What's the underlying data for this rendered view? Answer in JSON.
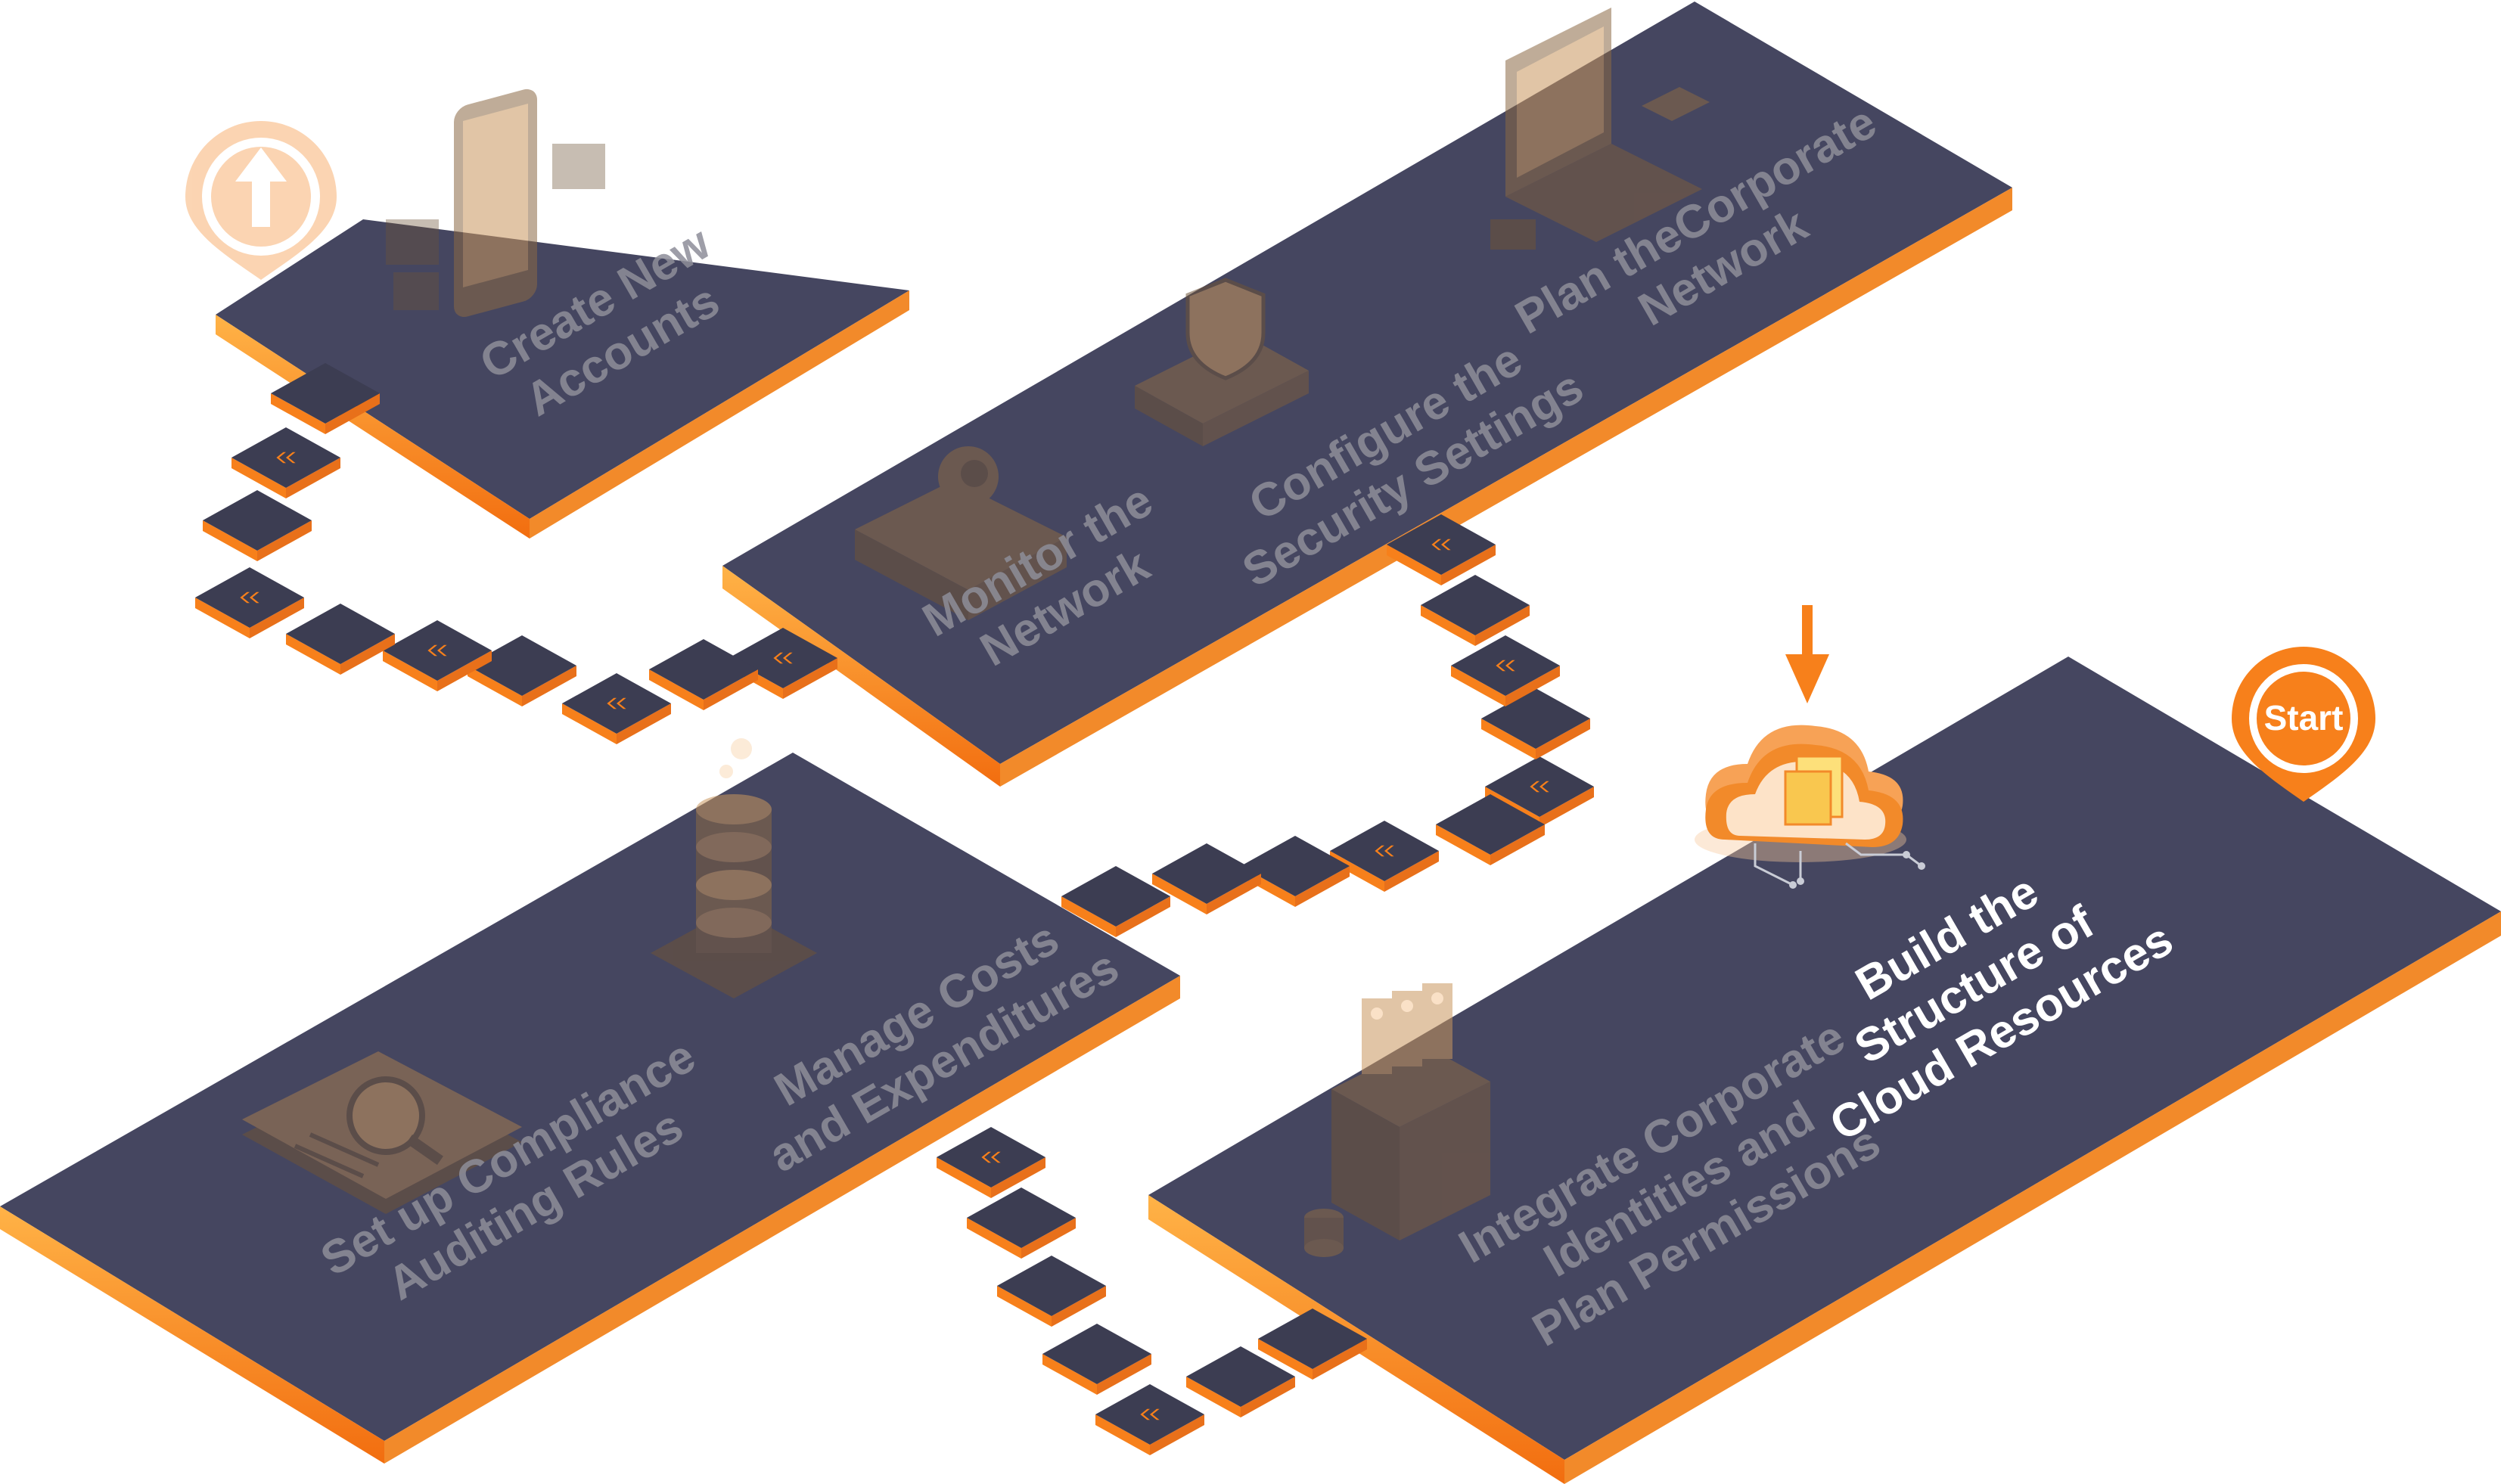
{
  "colors": {
    "platform_top": "#454660",
    "platform_edge": "#f7801b",
    "platform_edge_light": "#ffb347",
    "tile_top": "#3c3d52",
    "accent": "#f7801b",
    "text_active": "#ffffff",
    "text_dim": "#8e8e99"
  },
  "start_pin": {
    "label": "Start",
    "icon": "location-pin-icon"
  },
  "end_pin": {
    "icon": "up-arrow-pin-icon"
  },
  "steps": [
    {
      "id": "build",
      "lines": [
        "Build the",
        "Structure of",
        "Cloud Resources"
      ],
      "icon": "cloud-folder-icon",
      "active": true
    },
    {
      "id": "integrate",
      "lines": [
        "Integrate Corporate",
        "Identities and",
        "Plan Permissions"
      ],
      "icon": "identity-box-icon",
      "active": false
    },
    {
      "id": "manage",
      "lines": [
        "Manage Costs",
        "and Expenditures"
      ],
      "icon": "coin-stack-icon",
      "active": false
    },
    {
      "id": "compliance",
      "lines": [
        "Set up Compliance",
        "Auditing Rules"
      ],
      "icon": "magnifier-document-icon",
      "active": false
    },
    {
      "id": "monitor",
      "lines": [
        "Monitor the",
        "Network"
      ],
      "icon": "camera-icon",
      "active": false
    },
    {
      "id": "security",
      "lines": [
        "Configure the",
        "Security Settings"
      ],
      "icon": "shield-icon",
      "active": false
    },
    {
      "id": "corporate",
      "lines": [
        "Plan theCorporate",
        "Network"
      ],
      "icon": "laptop-icon",
      "active": false
    },
    {
      "id": "accounts",
      "lines": [
        "Create New",
        "Accounts"
      ],
      "icon": "smartphone-icon",
      "active": false
    }
  ]
}
